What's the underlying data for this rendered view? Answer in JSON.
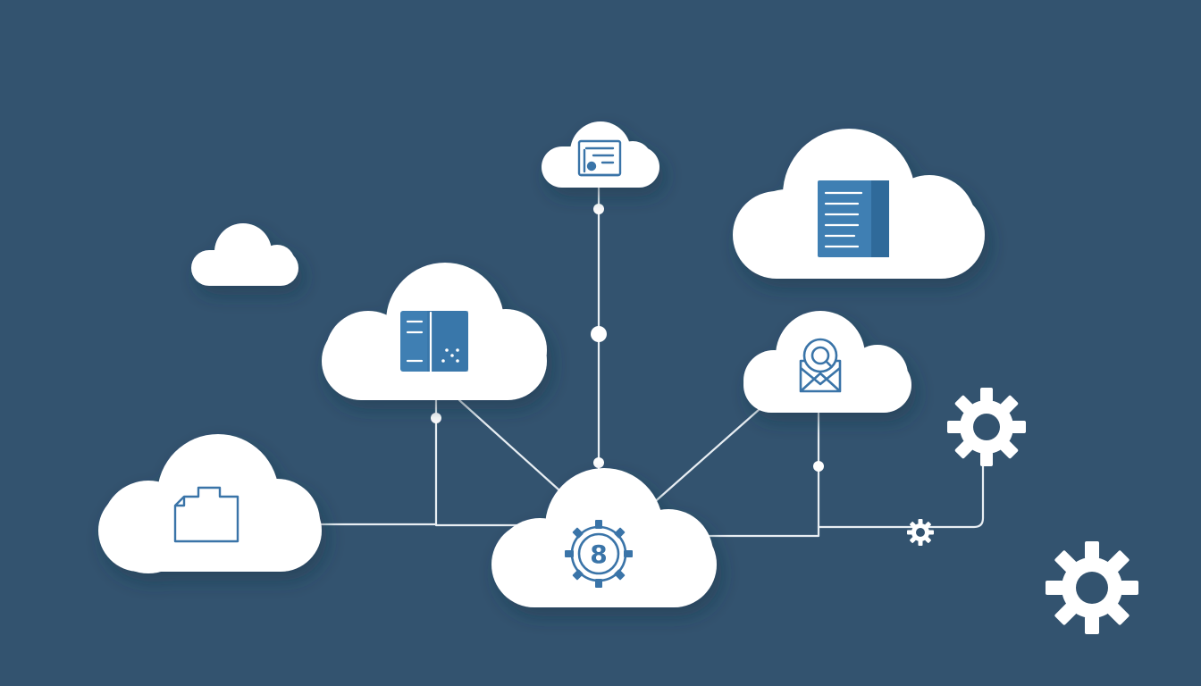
{
  "colors": {
    "background": "#33536f",
    "cloud": "#ffffff",
    "cloud_shadow": "#1f3a52",
    "line": "#e8eef3",
    "accent": "#3f7fb3",
    "accent_dark": "#2f6a9a",
    "icon_outline": "#3a74a8",
    "gear": "#ffffff"
  },
  "diagram": {
    "central_node": {
      "label": "8",
      "icon": "gear-icon"
    },
    "nodes": [
      {
        "name": "cloud-document-top",
        "icon": "document-icon"
      },
      {
        "name": "cloud-book",
        "icon": "book-icon"
      },
      {
        "name": "cloud-small",
        "icon": ""
      },
      {
        "name": "cloud-server",
        "icon": "server-icon"
      },
      {
        "name": "cloud-mail",
        "icon": "mail-icon"
      },
      {
        "name": "cloud-folder",
        "icon": "folder-icon"
      },
      {
        "name": "cloud-central",
        "icon": "gear-icon"
      }
    ],
    "free_icons": [
      "gear-icon",
      "gear-icon",
      "gear-icon"
    ]
  }
}
